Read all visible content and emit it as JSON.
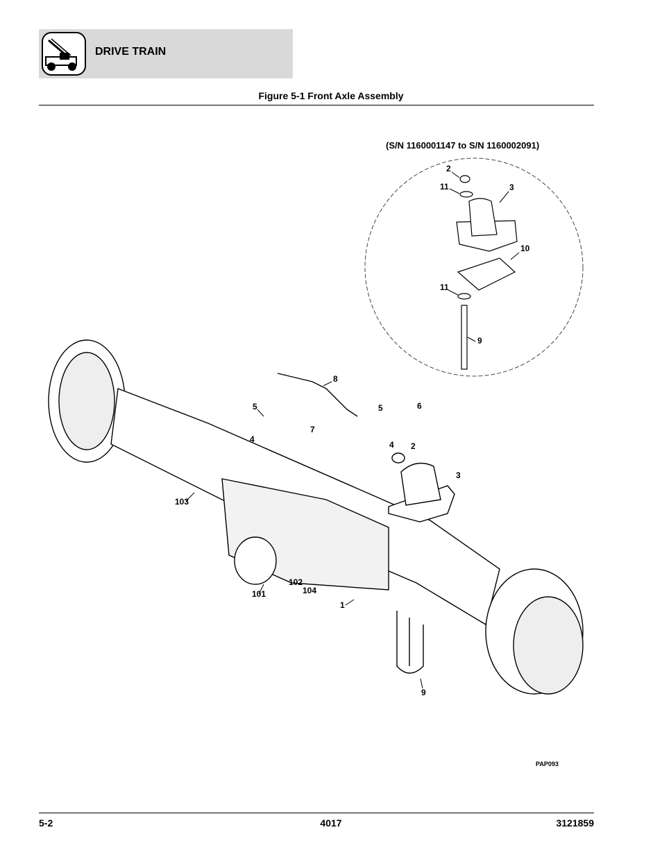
{
  "header": {
    "section_title": "DRIVE TRAIN"
  },
  "figure": {
    "title": "Figure 5-1 Front Axle Assembly",
    "serial_range": "(S/N 1160001147 to S/N 1160002091)",
    "image_code": "PAP093",
    "detail_callouts": [
      "2",
      "11",
      "3",
      "10",
      "11",
      "9"
    ],
    "main_callouts": [
      "8",
      "5",
      "5",
      "6",
      "7",
      "4",
      "4",
      "2",
      "3",
      "103",
      "102",
      "104",
      "101",
      "1",
      "9"
    ]
  },
  "footer": {
    "page": "5-2",
    "model": "4017",
    "doc_number": "3121859"
  },
  "icons": {
    "logo": "lift-vehicle-icon"
  }
}
